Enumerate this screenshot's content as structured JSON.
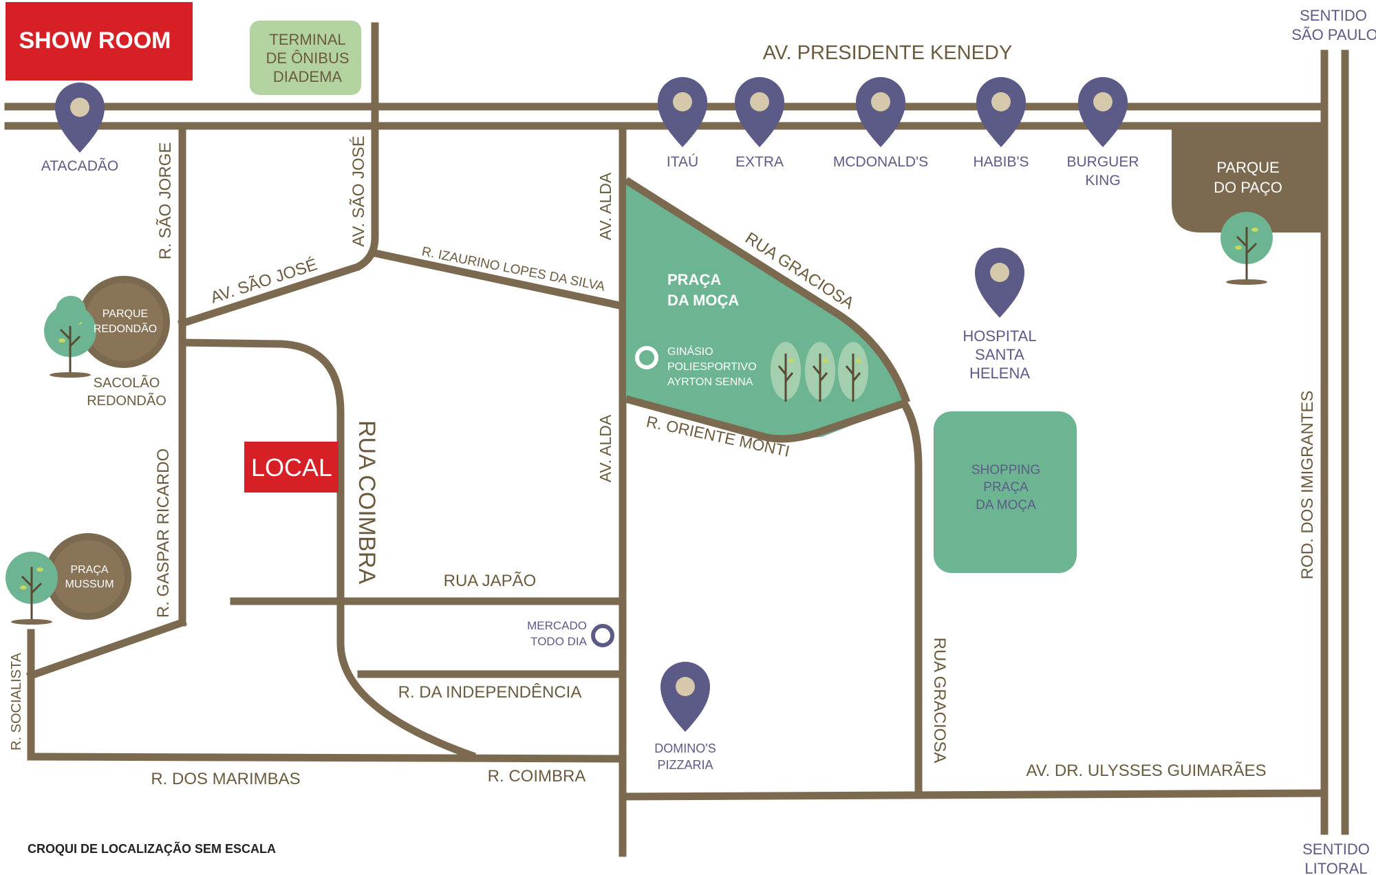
{
  "colors": {
    "road": "#7b6a4f",
    "label_road": "#6b5a3e",
    "pin": "#5c5a86",
    "pin_dot": "#d6c8aa",
    "accent_red": "#d71f26",
    "park_green": "#6db592",
    "terminal_green": "#b2d2a0",
    "park_brown": "#7b6a4f"
  },
  "show_room": "SHOW ROOM",
  "local": "LOCAL",
  "terminal": [
    "TERMINAL",
    "DE ÔNIBUS",
    "DIADEMA"
  ],
  "sentido_sp": [
    "SENTIDO",
    "SÃO PAULO"
  ],
  "sentido_litoral": [
    "SENTIDO",
    "LITORAL"
  ],
  "footer_note": "CROQUI DE LOCALIZAÇÃO SEM ESCALA",
  "roads": {
    "av_presidente_kenedy": "AV. PRESIDENTE KENEDY",
    "r_sao_jorge": "R. SÃO JORGE",
    "av_sao_jose_v": "AV. SÃO JOSÉ",
    "av_sao_jose_d": "AV. SÃO JOSÉ",
    "r_izaurino": "R. IZAURINO LOPES DA SILVA",
    "av_alda_1": "AV. ALDA",
    "av_alda_2": "AV. ALDA",
    "rua_graciosa_d": "RUA GRACIOSA",
    "rua_graciosa_v": "RUA GRACIOSA",
    "r_oriente_monti": "R. ORIENTE MONTI",
    "rua_coimbra": "RUA COIMBRA",
    "r_gaspar_ricardo": "R. GASPAR RICARDO",
    "rua_japao": "RUA JAPÃO",
    "r_independencia": "R. DA INDEPENDÊNCIA",
    "r_socialista": "R. SOCIALISTA",
    "r_marimbas": "R. DOS MARIMBAS",
    "r_coimbra": "R. COIMBRA",
    "av_ulysses": "AV. DR. ULYSSES GUIMARÃES",
    "rod_imigrantes": "ROD. DOS IMIGRANTES"
  },
  "pins": {
    "atacadao": "ATACADÃO",
    "itau": "ITAÚ",
    "extra": "EXTRA",
    "mcdonalds": "MCDONALD'S",
    "habibs": "HABIB'S",
    "burguer_king": [
      "BURGUER",
      "KING"
    ],
    "hospital": [
      "HOSPITAL",
      "SANTA",
      "HELENA"
    ],
    "dominos": [
      "DOMINO'S",
      "PIZZARIA"
    ]
  },
  "places": {
    "parque_redondao": [
      "PARQUE",
      "REDONDÃO"
    ],
    "sacolao": [
      "SACOLÃO",
      "REDONDÃO"
    ],
    "praca_mussum": [
      "PRAÇA",
      "MUSSUM"
    ],
    "praca_da_moca": [
      "PRAÇA",
      "DA MOÇA"
    ],
    "ginasio": [
      "GINÁSIO",
      "POLIESPORTIVO",
      "AYRTON SENNA"
    ],
    "shopping": [
      "SHOPPING",
      "PRAÇA",
      "DA MOÇA"
    ],
    "parque_do_paco": [
      "PARQUE",
      "DO PAÇO"
    ],
    "mercado": [
      "MERCADO",
      "TODO DIA"
    ]
  }
}
